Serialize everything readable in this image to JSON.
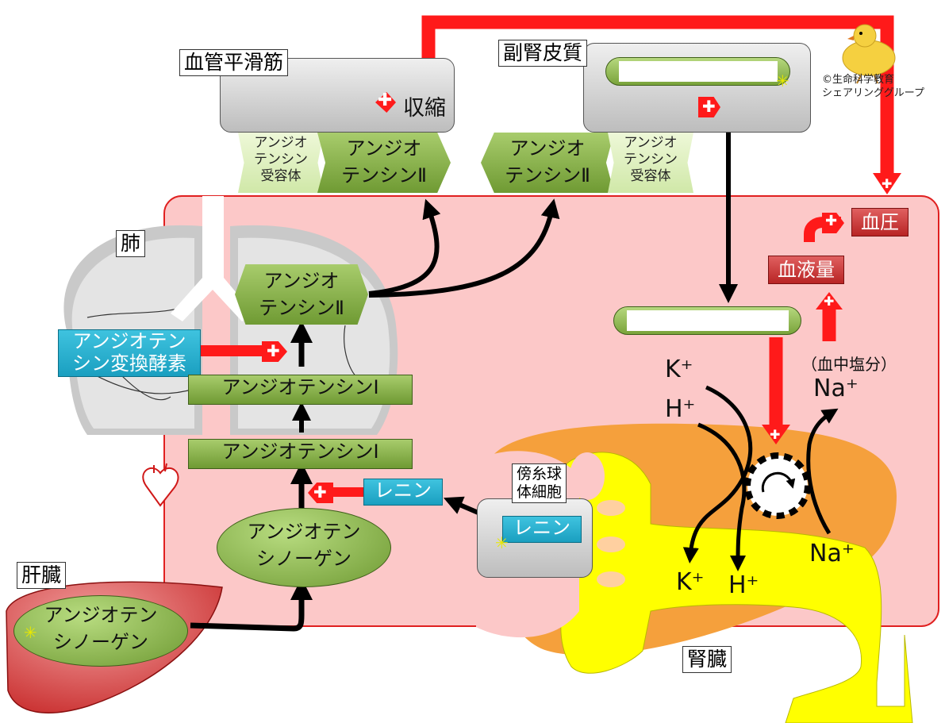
{
  "labels": {
    "vascular_smooth_muscle": "血管平滑筋",
    "adrenal_cortex": "副腎皮質",
    "lung": "肺",
    "liver": "肝臓",
    "kidney": "腎臓",
    "jg_cells": "傍糸球\n体細胞"
  },
  "credit": {
    "line1": "©生命科学教育",
    "line2": "シェアリンググループ"
  },
  "texts": {
    "contraction": "収縮",
    "receptor": "アンジオ\nテンシン\n受容体",
    "ang2": "アンジオ\nテンシンⅡ",
    "ace": "アンジオテン\nシン変換酵素",
    "ang1": "アンジオテンシンⅠ",
    "angiotensinogen": "アンジオテン\nシノーゲン",
    "renin": "レニン",
    "blood_pressure": "血圧",
    "blood_volume": "血液量",
    "blood_salt": "（血中塩分）",
    "na_plus": "Na⁺",
    "k_plus": "K⁺",
    "h_plus": "H⁺"
  },
  "colors": {
    "body_region": "#fcc8c8",
    "region_border": "#e02020",
    "arrow_red": "#ff1a1a",
    "arrow_black": "#000000",
    "kidney_orange": "#f5a03c",
    "tubule_yellow": "#ffff00",
    "liver_red": "#d84a4a",
    "lung_gray": "#bdbdbd"
  },
  "icons": [
    "plus-icon",
    "star-icon",
    "heart-icon",
    "chick-icon",
    "pump-cycle-icon"
  ]
}
